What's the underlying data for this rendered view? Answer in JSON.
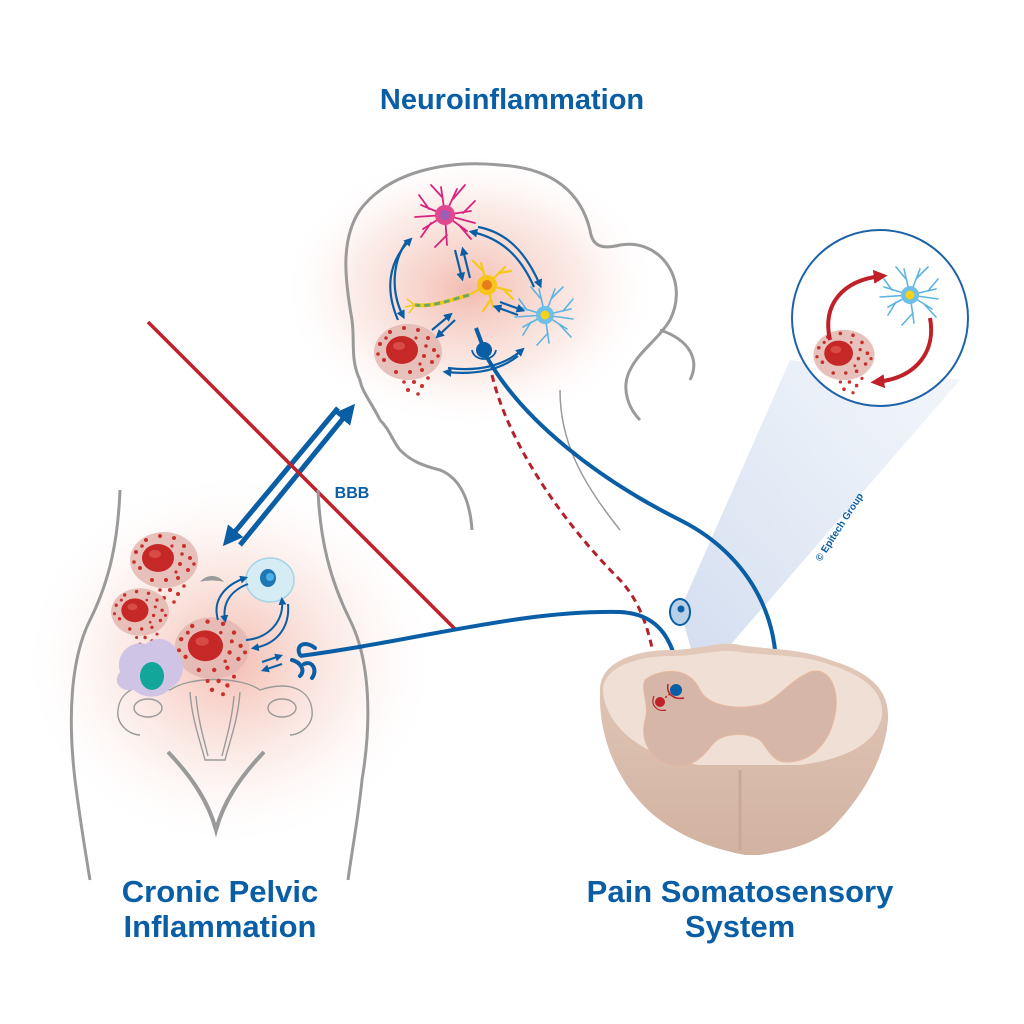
{
  "titles": {
    "neuroinflammation": "Neuroinflammation",
    "pelvic_line1": "Cronic Pelvic",
    "pelvic_line2": "Inflammation",
    "pain_line1": "Pain Somatosensory",
    "pain_line2": "System"
  },
  "labels": {
    "bbb": "BBB",
    "copyright": "© Epitech Group"
  },
  "colors": {
    "accent_blue": "#0a5ea5",
    "barrier_red": "#c0202a",
    "mast_cell_red": "#c62828",
    "mast_cell_halo": "#d9a3a0",
    "microglia_pink": "#d6247f",
    "neuron_yellow": "#f5c918",
    "astrocyte_blue": "#5db4e0",
    "outline_gray": "#9a9a9a",
    "spinal_cord_tan": "#ecd9cc",
    "gray_matter": "#d2b3a5",
    "inflammation_glow": "#f2b8a8",
    "macrophage_lavender": "#cfc4e6",
    "macrophage_nucleus": "#12a69b"
  },
  "diagram": {
    "regions": [
      "head-brain",
      "pelvis-abdomen",
      "spinal-cord-section",
      "zoom-inset"
    ],
    "cells": [
      "microglia",
      "neuron",
      "astrocyte",
      "mast-cell",
      "macrophage",
      "immune-cell",
      "nerve-ending",
      "dorsal-root-ganglion"
    ],
    "connections": [
      "blood-brain-barrier-bidirectional",
      "afferent-nerve",
      "ascending-pain-pathway",
      "descending-dashed-pathway",
      "mast-cell-astrocyte-loop"
    ]
  }
}
